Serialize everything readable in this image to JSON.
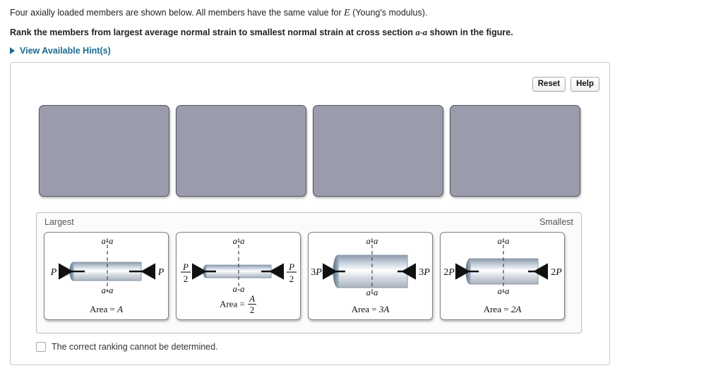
{
  "prompt": {
    "intro_before_var": "Four axially loaded members are shown below. All members have the same value for ",
    "intro_var": "E",
    "intro_after_var": " (Young's modulus).",
    "instruction_a": "Rank the members from largest average normal strain to smallest normal strain at cross section ",
    "instruction_var": "a-a",
    "instruction_b": " shown in the figure.",
    "hint_label": "View Available Hint(s)",
    "hint_icon": "triangle-right-icon"
  },
  "toolbar": {
    "reset_label": "Reset",
    "help_label": "Help"
  },
  "dropzones": {
    "count": 4,
    "slots": [
      "",
      "",
      "",
      ""
    ]
  },
  "bank": {
    "left_label": "Largest",
    "right_label": "Smallest",
    "cards": [
      {
        "id": "member-1",
        "section_label_top": "a-a",
        "section_label_bottom": "a-a",
        "force_left": "P",
        "force_right": "P",
        "force_left_num": "",
        "force_left_den": "",
        "area_prefix": "Area = ",
        "area_value": "A",
        "area_num": "",
        "area_den": "",
        "bar_thickness": 26,
        "bar_length": 96
      },
      {
        "id": "member-2",
        "section_label_top": "a-a",
        "section_label_bottom": "a-a",
        "force_left": "",
        "force_right": "",
        "force_left_num": "P",
        "force_left_den": "2",
        "area_prefix": "Area = ",
        "area_value": "",
        "area_num": "A",
        "area_den": "2",
        "bar_thickness": 18,
        "bar_length": 92
      },
      {
        "id": "member-3",
        "section_label_top": "a-a",
        "section_label_bottom": "a-a",
        "force_left": "3P",
        "force_right": "3P",
        "force_left_num": "",
        "force_left_den": "",
        "area_prefix": "Area = ",
        "area_value": "3A",
        "area_num": "",
        "area_den": "",
        "bar_thickness": 46,
        "bar_length": 98
      },
      {
        "id": "member-4",
        "section_label_top": "a-a",
        "section_label_bottom": "a-a",
        "force_left": "2P",
        "force_right": "2P",
        "force_left_num": "",
        "force_left_den": "",
        "area_prefix": "Area = ",
        "area_value": "2A",
        "area_num": "",
        "area_den": "",
        "bar_thickness": 36,
        "bar_length": 96
      }
    ]
  },
  "footer": {
    "cannot_determine_label": "The correct ranking cannot be determined.",
    "cannot_determine_checked": false
  },
  "colors": {
    "link": "#1a6b8f",
    "dropzone_fill": "#9b9cab",
    "dropzone_border": "#555563",
    "card_border": "#808089",
    "panel_border": "#c9c9c9",
    "bar_dark": "#7b8a9c",
    "bar_light": "#ffffff",
    "bar_mid": "#b9c4d1"
  }
}
